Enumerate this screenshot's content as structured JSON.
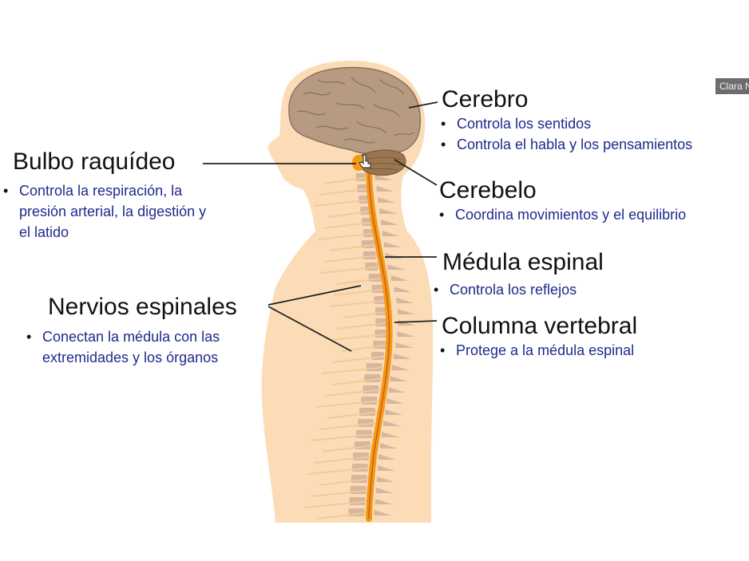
{
  "labels": {
    "cerebro": {
      "title": "Cerebro",
      "items": [
        "Controla los sentidos",
        "Controla el habla y los pensamientos"
      ]
    },
    "bulbo": {
      "title": "Bulbo raquídeo",
      "items": [
        "Controla la respiración, la",
        "presión arterial, la digestión y",
        "el latido"
      ]
    },
    "cerebelo": {
      "title": "Cerebelo",
      "items": [
        "Coordina movimientos y el equilibrio"
      ]
    },
    "medula": {
      "title": "Médula espinal",
      "items": [
        "Controla los reflejos"
      ]
    },
    "nervios": {
      "title": "Nervios espinales",
      "items": [
        "Conectan la médula con las",
        "extremidades y los órganos"
      ]
    },
    "columna": {
      "title": "Columna vertebral",
      "items": [
        "Protege a la médula espinal"
      ]
    }
  },
  "participant_tag": "Clara N",
  "colors": {
    "body": "#fbdcb6",
    "brain": "#b69a82",
    "cerebellum": "#9a7650",
    "spine": "#f29a16",
    "vertebra": "#d7b6a0",
    "title_text": "#111111",
    "bullet_text": "#1f2a8c",
    "leader_line": "#222222"
  },
  "icons": [
    "hand-cursor-icon"
  ]
}
